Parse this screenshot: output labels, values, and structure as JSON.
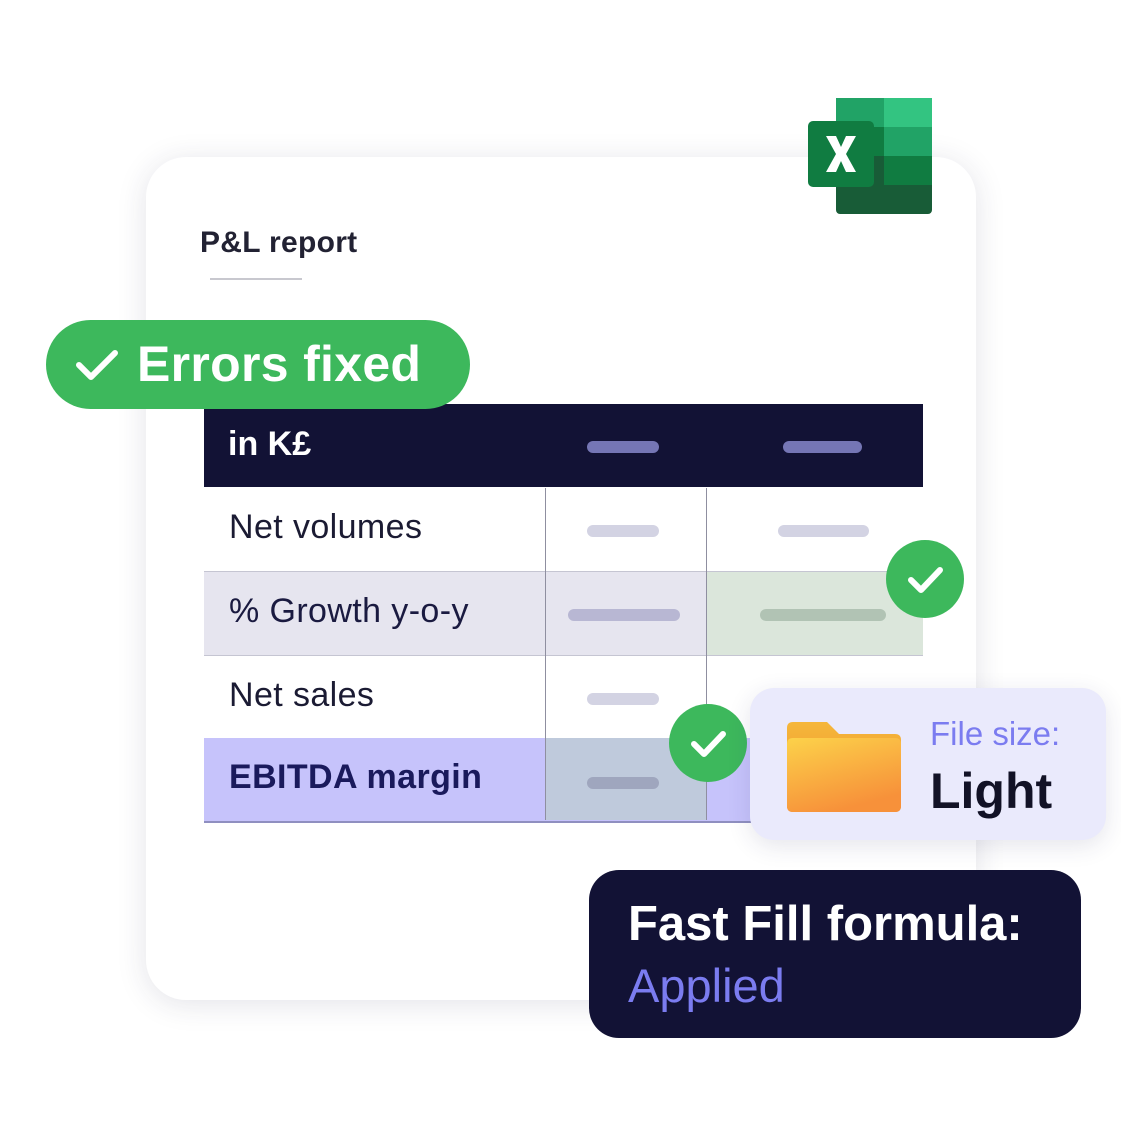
{
  "report": {
    "title": "P&L report"
  },
  "badge": {
    "label": "Errors fixed"
  },
  "table": {
    "header": "in K£",
    "rows": [
      {
        "label": "Net volumes"
      },
      {
        "label": "% Growth y-o-y"
      },
      {
        "label": "Net sales"
      },
      {
        "label": "EBITDA margin"
      }
    ]
  },
  "file": {
    "label": "File size:",
    "value": "Light"
  },
  "formula": {
    "title": "Fast Fill formula:",
    "status": "Applied"
  },
  "colors": {
    "success": "#3db85c",
    "navy": "#121235",
    "accent": "#7b7cf0",
    "highlight_row": "#c6c3fb",
    "growth_row": "#e6e5ef",
    "fixed_cell": "#dbe6db"
  },
  "icons": [
    "excel-logo-icon",
    "check-icon",
    "folder-icon"
  ]
}
